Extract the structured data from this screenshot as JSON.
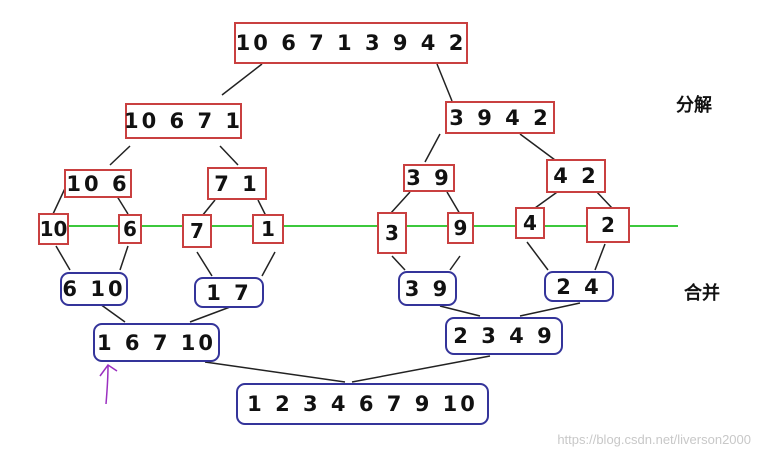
{
  "labels": {
    "split": "分解",
    "merge": "合并"
  },
  "watermark": "https://blog.csdn.net/liverson2000",
  "colors": {
    "split_border": "#c94040",
    "merge_border": "#34349a",
    "divider": "#3cc83c",
    "connector": "#222222",
    "annotation": "#9b30c0"
  },
  "nodes": {
    "root": "10 6 7 1 3 9 4 2",
    "l1_left": "10 6 7 1",
    "l1_right": "3 9 4 2",
    "l2_a": "10 6",
    "l2_b": "7 1",
    "l2_c": "3 9",
    "l2_d": "4 2",
    "leaf_1": "10",
    "leaf_2": "6",
    "leaf_3": "7",
    "leaf_4": "1",
    "leaf_5": "3",
    "leaf_6": "9",
    "leaf_7": "4",
    "leaf_8": "2",
    "m1_a": "6 10",
    "m1_b": "1 7",
    "m1_c": "3 9",
    "m1_d": "2 4",
    "m2_left": "1 6 7 10",
    "m2_right": "2 3 4 9",
    "final": "1 2 3 4 6 7 9 10"
  }
}
